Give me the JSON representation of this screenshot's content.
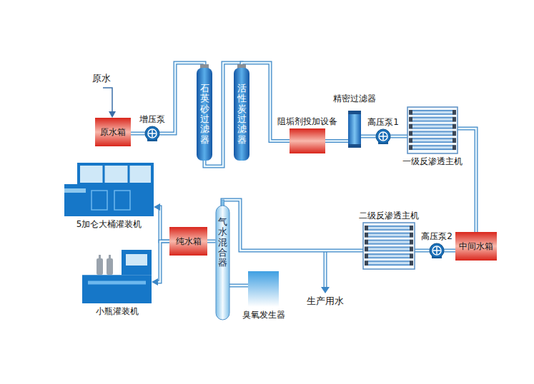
{
  "diagram": {
    "nodes": [
      {
        "text": [
          "原水箱"
        ]
      },
      {
        "text": [
          "增压泵"
        ]
      },
      {
        "text": [
          "石英砂过滤器"
        ]
      },
      {
        "text": [
          "活性炭过滤器"
        ]
      },
      {
        "text": [
          "阻垢剂投加设备"
        ]
      },
      {
        "text": [
          "精密过滤器"
        ]
      },
      {
        "text": [
          "高压泵1"
        ]
      },
      {
        "text": [
          "一级反渗透主机"
        ]
      },
      {
        "text": [
          "中间水箱"
        ]
      },
      {
        "text": [
          "高压泵2"
        ]
      },
      {
        "text": [
          "二级反渗透主机"
        ]
      },
      {
        "text": [
          "气水混合器"
        ]
      },
      {
        "text": [
          "臭氧发生器"
        ]
      },
      {
        "text": [
          "纯水箱"
        ]
      },
      {
        "text": [
          "5加仑大桶灌装机"
        ]
      },
      {
        "text": [
          "小瓶灌装机"
        ]
      }
    ],
    "edges": [
      {
        "from": 0,
        "to": 1,
        "arrow": "none"
      },
      {
        "from": 1,
        "to": 2,
        "arrow": "none"
      },
      {
        "from": 2,
        "to": 3,
        "arrow": "none"
      },
      {
        "from": 3,
        "to": 4,
        "arrow": "none"
      },
      {
        "from": 4,
        "to": 5,
        "arrow": "none"
      },
      {
        "from": 5,
        "to": 6,
        "arrow": "none"
      },
      {
        "from": 6,
        "to": 7,
        "arrow": "none"
      },
      {
        "from": 7,
        "to": 8,
        "arrow": "none"
      },
      {
        "from": 8,
        "to": 9,
        "arrow": "none"
      },
      {
        "from": 9,
        "to": 10,
        "arrow": "none"
      },
      {
        "from": 10,
        "to": 11,
        "arrow": "none"
      },
      {
        "from": 12,
        "to": 11,
        "arrow": "none"
      },
      {
        "from": 11,
        "to": 13,
        "arrow": "none"
      },
      {
        "from": 13,
        "to": 14,
        "arrow": "to"
      },
      {
        "from": 13,
        "to": 15,
        "arrow": "to"
      }
    ],
    "labels": [
      "原水",
      "生产用水"
    ]
  }
}
